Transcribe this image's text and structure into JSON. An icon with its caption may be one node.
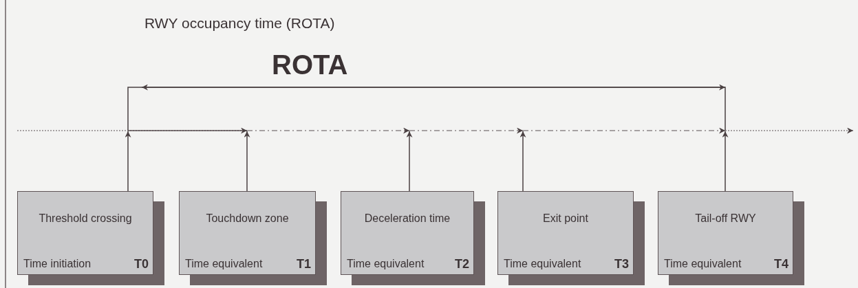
{
  "diagram": {
    "title": "RWY occupancy time (ROTA)",
    "nodes": [
      {
        "text": [
          "Threshold crossing",
          "Time initiation",
          "T0"
        ]
      },
      {
        "text": [
          "Touchdown zone",
          "Time equivalent",
          "T1"
        ]
      },
      {
        "text": [
          "Deceleration time",
          "Time equivalent",
          "T2"
        ]
      },
      {
        "text": [
          "Exit point",
          "Time equivalent",
          "T3"
        ]
      },
      {
        "text": [
          "Tail-off RWY",
          "Time equivalent",
          "T4"
        ]
      }
    ],
    "edges": [
      {
        "from": 0,
        "to": null,
        "arrow": "to"
      },
      {
        "from": 1,
        "to": null,
        "arrow": "to"
      },
      {
        "from": 2,
        "to": null,
        "arrow": "to"
      },
      {
        "from": 3,
        "to": null,
        "arrow": "to"
      },
      {
        "from": 4,
        "to": null,
        "arrow": "to"
      }
    ],
    "labels": [
      "ROTA"
    ]
  }
}
